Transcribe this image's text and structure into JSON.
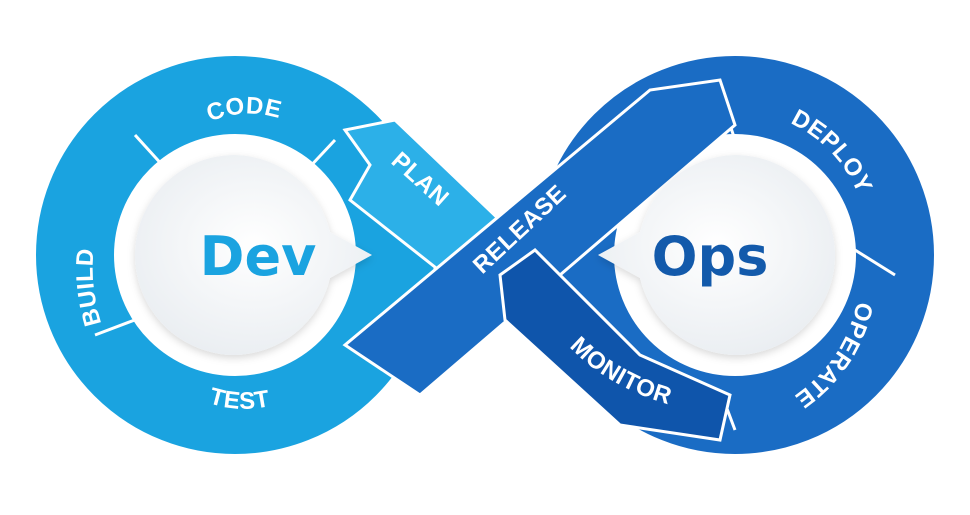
{
  "center": {
    "dev_label": "Dev",
    "ops_label": "Ops"
  },
  "stages": {
    "code": "CODE",
    "plan": "PLAN",
    "build": "BUILD",
    "test": "TEST",
    "release": "RELEASE",
    "deploy": "DEPLOY",
    "operate": "OPERATE",
    "monitor": "MONITOR"
  },
  "colors": {
    "dev_band": "#1aa3e0",
    "dev_band_light": "#2cb0e8",
    "ops_band": "#1a6cc4",
    "ops_band_dark": "#0f55ab",
    "dev_text": "#1aa3e0",
    "ops_text": "#135aab",
    "inner_disc": "#f4f6f8"
  }
}
